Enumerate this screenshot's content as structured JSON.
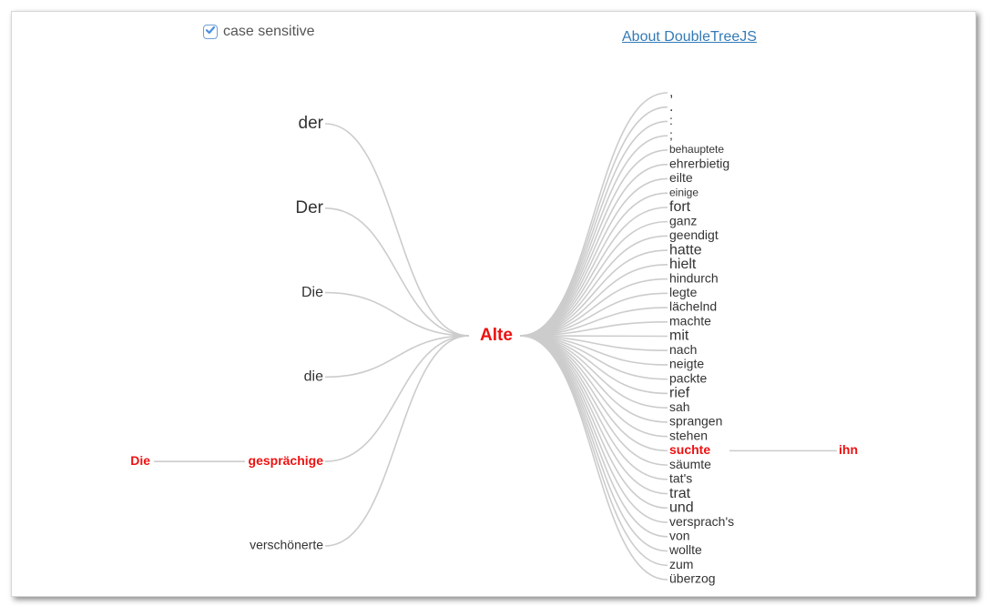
{
  "controls": {
    "case_sensitive_label": "case sensitive",
    "case_sensitive_checked": true,
    "about_link": "About DoubleTreeJS"
  },
  "colors": {
    "accent": "#ee1111",
    "edge": "#cccccc",
    "link": "#337ab7",
    "checkbox": "#4a8fe0"
  },
  "tree": {
    "root": "Alte",
    "left": [
      {
        "word": "der",
        "highlight": false,
        "size": "large"
      },
      {
        "word": "Der",
        "highlight": false,
        "size": "large"
      },
      {
        "word": "Die",
        "highlight": false,
        "size": "medium"
      },
      {
        "word": "die",
        "highlight": false,
        "size": "medium"
      },
      {
        "word": "gesprächige",
        "highlight": true,
        "size": "small",
        "child": "Die"
      },
      {
        "word": "verschönerte",
        "highlight": false,
        "size": "small"
      }
    ],
    "right": [
      {
        "word": ",",
        "highlight": false,
        "size": "medium"
      },
      {
        "word": ".",
        "highlight": false,
        "size": "medium"
      },
      {
        "word": ":",
        "highlight": false,
        "size": "small"
      },
      {
        "word": ";",
        "highlight": false,
        "size": "small"
      },
      {
        "word": "behauptete",
        "highlight": false,
        "size": "xsmall"
      },
      {
        "word": "ehrerbietig",
        "highlight": false,
        "size": "small"
      },
      {
        "word": "eilte",
        "highlight": false,
        "size": "small"
      },
      {
        "word": "einige",
        "highlight": false,
        "size": "xsmall"
      },
      {
        "word": "fort",
        "highlight": false,
        "size": "medium"
      },
      {
        "word": "ganz",
        "highlight": false,
        "size": "small"
      },
      {
        "word": "geendigt",
        "highlight": false,
        "size": "small"
      },
      {
        "word": "hatte",
        "highlight": false,
        "size": "medium"
      },
      {
        "word": "hielt",
        "highlight": false,
        "size": "medium"
      },
      {
        "word": "hindurch",
        "highlight": false,
        "size": "small"
      },
      {
        "word": "legte",
        "highlight": false,
        "size": "small"
      },
      {
        "word": "lächelnd",
        "highlight": false,
        "size": "small"
      },
      {
        "word": "machte",
        "highlight": false,
        "size": "small"
      },
      {
        "word": "mit",
        "highlight": false,
        "size": "medium"
      },
      {
        "word": "nach",
        "highlight": false,
        "size": "small"
      },
      {
        "word": "neigte",
        "highlight": false,
        "size": "small"
      },
      {
        "word": "packte",
        "highlight": false,
        "size": "small"
      },
      {
        "word": "rief",
        "highlight": false,
        "size": "medium"
      },
      {
        "word": "sah",
        "highlight": false,
        "size": "small"
      },
      {
        "word": "sprangen",
        "highlight": false,
        "size": "small"
      },
      {
        "word": "stehen",
        "highlight": false,
        "size": "small"
      },
      {
        "word": "suchte",
        "highlight": true,
        "size": "small",
        "child": "ihn"
      },
      {
        "word": "säumte",
        "highlight": false,
        "size": "small"
      },
      {
        "word": "tat's",
        "highlight": false,
        "size": "small"
      },
      {
        "word": "trat",
        "highlight": false,
        "size": "medium"
      },
      {
        "word": "und",
        "highlight": false,
        "size": "medium"
      },
      {
        "word": "versprach's",
        "highlight": false,
        "size": "small"
      },
      {
        "word": "von",
        "highlight": false,
        "size": "small"
      },
      {
        "word": "wollte",
        "highlight": false,
        "size": "small"
      },
      {
        "word": "zum",
        "highlight": false,
        "size": "small"
      },
      {
        "word": "überzog",
        "highlight": false,
        "size": "small"
      }
    ]
  }
}
